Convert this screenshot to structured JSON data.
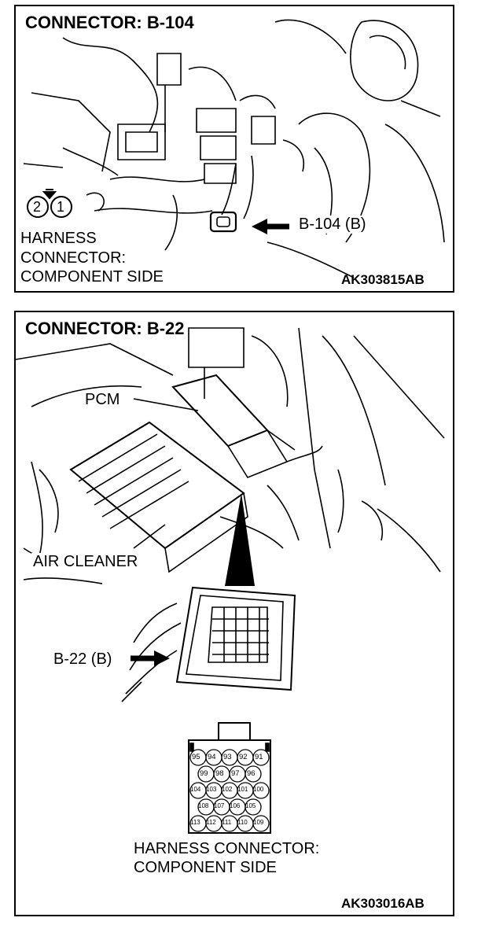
{
  "panel1": {
    "title": "CONNECTOR: B-104",
    "callout": "B-104 (B)",
    "harness_line1": "HARNESS",
    "harness_line2": "CONNECTOR:",
    "harness_line3": "COMPONENT SIDE",
    "pins": [
      "2",
      "1"
    ],
    "code": "AK303815AB"
  },
  "panel2": {
    "title": "CONNECTOR: B-22",
    "pcm_label": "PCM",
    "air_cleaner_label": "AIR CLEANER",
    "callout": "B-22 (B)",
    "harness_line1": "HARNESS CONNECTOR:",
    "harness_line2": "COMPONENT SIDE",
    "pin_rows": [
      [
        "95",
        "94",
        "93",
        "92",
        "91"
      ],
      [
        "99",
        "98",
        "97",
        "96"
      ],
      [
        "104",
        "103",
        "102",
        "101",
        "100"
      ],
      [
        "108",
        "107",
        "106",
        "105"
      ],
      [
        "113",
        "112",
        "111",
        "110",
        "109"
      ]
    ],
    "code": "AK303016AB"
  }
}
